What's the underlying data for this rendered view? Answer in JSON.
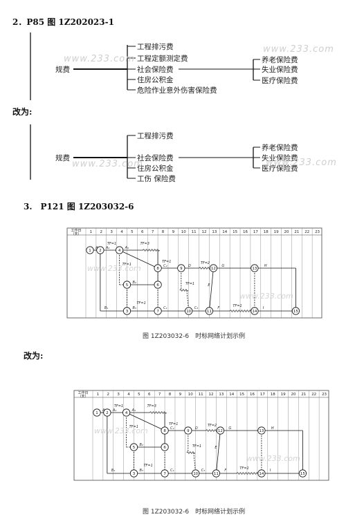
{
  "section1": {
    "heading": "2．P85 图 1Z202023-1",
    "original_tree": {
      "root": "规费",
      "level1": [
        "工程排污费",
        "工程定额测定费",
        "社会保险费",
        "住房公积金",
        "危险作业意外伤害保险费"
      ],
      "level2": [
        "养老保险费",
        "失业保险费",
        "医疗保险费"
      ]
    },
    "change_label": "改为:",
    "revised_tree": {
      "root": "规费",
      "level1": [
        "工程排污费",
        "社会保险费",
        "住房公积金",
        "工伤 保险费"
      ],
      "level2": [
        "养老保险费",
        "失业保险费",
        "医疗保险费"
      ]
    }
  },
  "section2": {
    "heading": "3.　P121 图 1Z203032-6",
    "change_label": "改为:",
    "chart_header": {
      "line1": "工作日",
      "line2": "（天）",
      "days": [
        "1",
        "2",
        "3",
        "4",
        "5",
        "6",
        "7",
        "8",
        "9",
        "10",
        "11",
        "12",
        "13",
        "14",
        "15",
        "16",
        "17",
        "18",
        "19",
        "20",
        "21",
        "22",
        "23"
      ]
    },
    "nodes": [
      "1",
      "2",
      "3",
      "4",
      "5",
      "6",
      "7",
      "8",
      "9",
      "10",
      "11",
      "12",
      "13",
      "14",
      "15"
    ],
    "activity_labels": [
      "A₁",
      "A₂",
      "A₃",
      "B₁",
      "B₂",
      "B₃",
      "C₁",
      "C₂",
      "C₃",
      "D",
      "E",
      "F",
      "G",
      "H",
      "I"
    ],
    "float_labels": [
      "TF=1",
      "TF=3",
      "TF=1",
      "TF=1",
      "TF=1",
      "TF=2",
      "TF=1",
      "TF=1"
    ],
    "caption": "图 1Z203032-6　时标网络计划示例"
  },
  "watermark": "www.233.com"
}
